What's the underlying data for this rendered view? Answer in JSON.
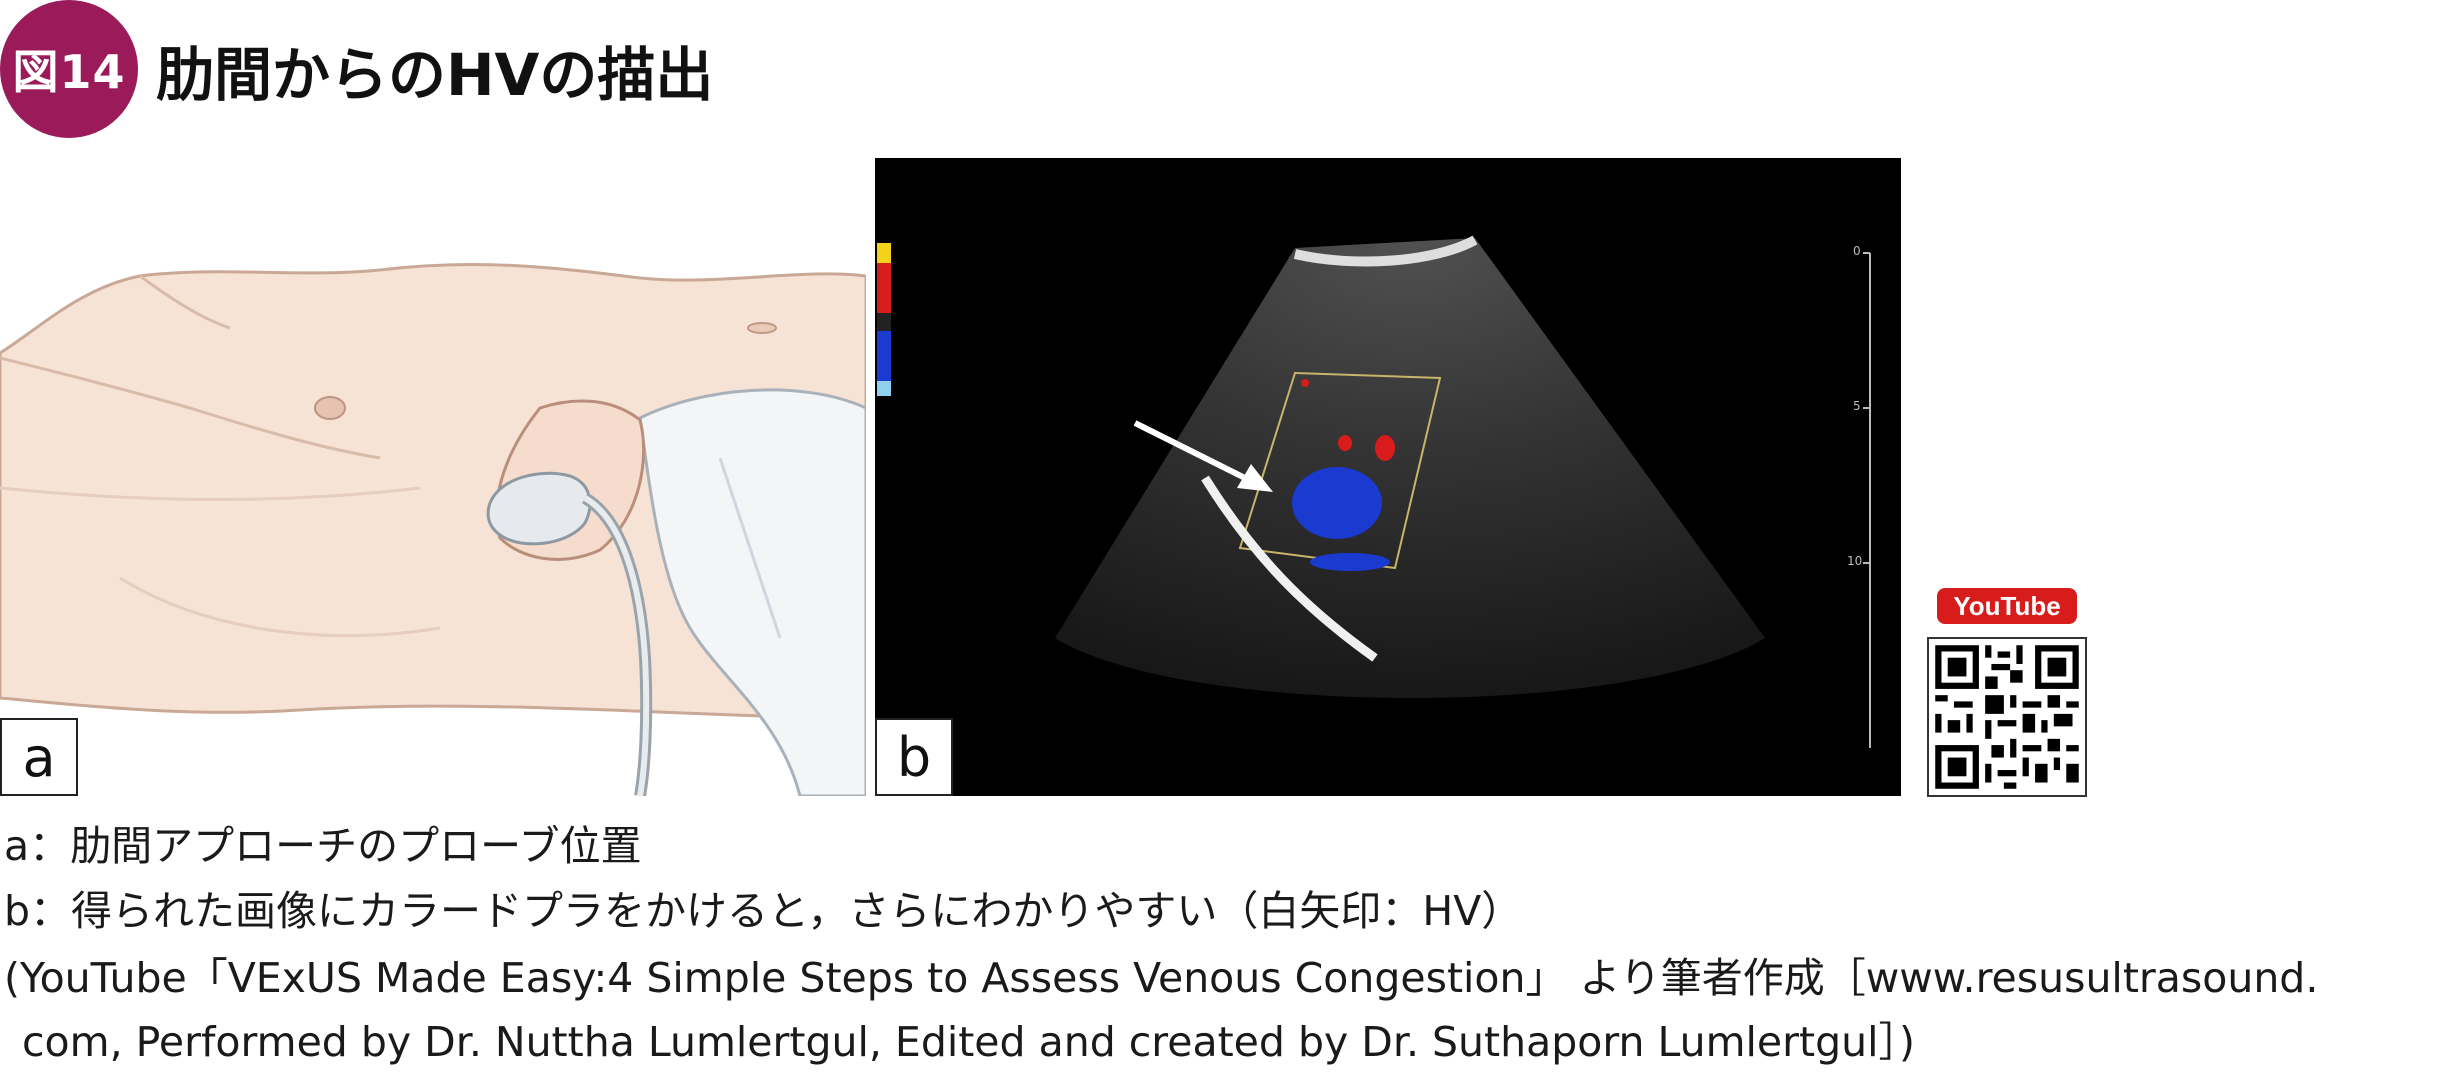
{
  "figure": {
    "badge": "図14",
    "title": "肋間からのHVの描出"
  },
  "panels": {
    "a_label": "a",
    "b_label": "b"
  },
  "ultrasound": {
    "depth_ticks": [
      "0",
      "5",
      "10"
    ],
    "arrow_target": "HV"
  },
  "youtube": {
    "label": "YouTube"
  },
  "captions": {
    "a": "a：肋間アプローチのプローブ位置",
    "b": "b：得られた画像にカラードプラをかけると，さらにわかりやすい（白矢印：HV）",
    "source_line1": "(YouTube「VExUS Made Easy:4 Simple Steps to Assess Venous Congestion」 より筆者作成［www.resusultrasound.",
    "source_line2": "com, Performed by Dr. Nuttha Lumlertgul, Edited and created by Dr. Suthaporn Lumlertgul］)"
  },
  "colors": {
    "badge": "#9a1a5a",
    "youtube": "#d81c1c",
    "doppler_blue": "#1a3ad0",
    "doppler_red": "#d8141e"
  }
}
